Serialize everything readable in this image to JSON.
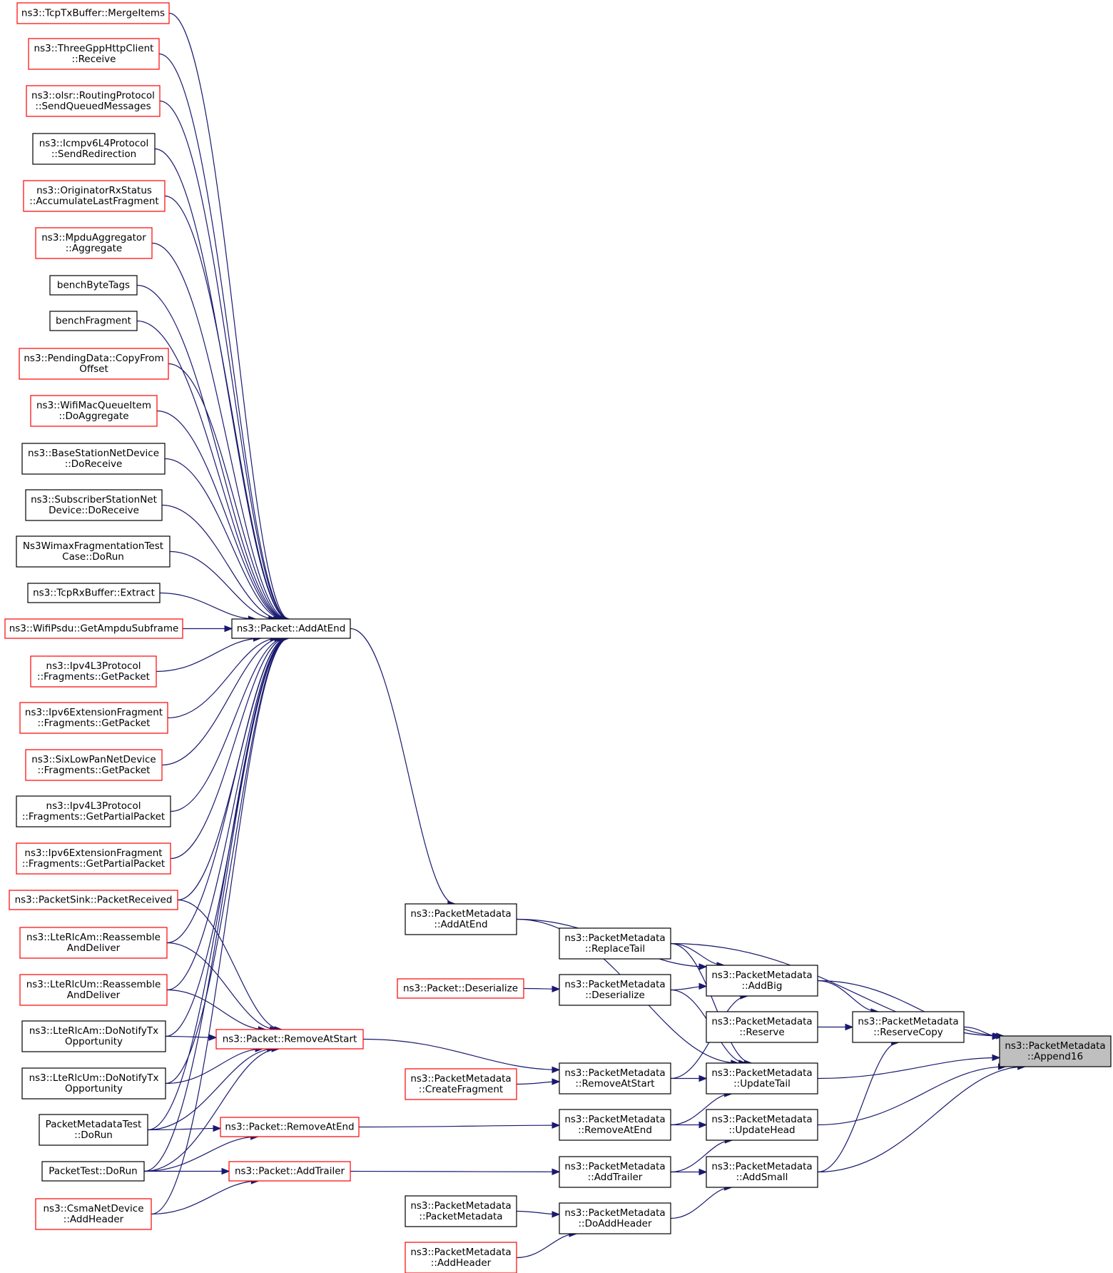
{
  "colors": {
    "edge": "#191970",
    "undocumented_border": "#ff0000",
    "documented_border": "#000000",
    "selected_fill": "#bfbfbf",
    "node_fill": "#ffffff"
  },
  "nodes": [
    {
      "id": "tcptx",
      "lines": [
        "ns3::TcpTxBuffer::MergeItems"
      ],
      "style": "red"
    },
    {
      "id": "threegpp",
      "lines": [
        "ns3::ThreeGppHttpClient",
        "::Receive"
      ],
      "style": "red"
    },
    {
      "id": "olsr",
      "lines": [
        "ns3::olsr::RoutingProtocol",
        "::SendQueuedMessages"
      ],
      "style": "red"
    },
    {
      "id": "icmpv6",
      "lines": [
        "ns3::Icmpv6L4Protocol",
        "::SendRedirection"
      ],
      "style": "black"
    },
    {
      "id": "origrx",
      "lines": [
        "ns3::OriginatorRxStatus",
        "::AccumulateLastFragment"
      ],
      "style": "red"
    },
    {
      "id": "mpdu",
      "lines": [
        "ns3::MpduAggregator",
        "::Aggregate"
      ],
      "style": "red"
    },
    {
      "id": "benchtags",
      "lines": [
        "benchByteTags"
      ],
      "style": "black"
    },
    {
      "id": "benchfrag",
      "lines": [
        "benchFragment"
      ],
      "style": "black"
    },
    {
      "id": "pending",
      "lines": [
        "ns3::PendingData::CopyFrom",
        "Offset"
      ],
      "style": "red"
    },
    {
      "id": "wifimacq",
      "lines": [
        "ns3::WifiMacQueueItem",
        "::DoAggregate"
      ],
      "style": "red"
    },
    {
      "id": "bsnet",
      "lines": [
        "ns3::BaseStationNetDevice",
        "::DoReceive"
      ],
      "style": "black"
    },
    {
      "id": "ssnet",
      "lines": [
        "ns3::SubscriberStationNet",
        "Device::DoReceive"
      ],
      "style": "black"
    },
    {
      "id": "wimaxtest",
      "lines": [
        "Ns3WimaxFragmentationTest",
        "Case::DoRun"
      ],
      "style": "black"
    },
    {
      "id": "tcprx",
      "lines": [
        "ns3::TcpRxBuffer::Extract"
      ],
      "style": "black"
    },
    {
      "id": "wifipsdu",
      "lines": [
        "ns3::WifiPsdu::GetAmpduSubframe"
      ],
      "style": "red"
    },
    {
      "id": "ipv4frag",
      "lines": [
        "ns3::Ipv4L3Protocol",
        "::Fragments::GetPacket"
      ],
      "style": "red"
    },
    {
      "id": "ipv6frag",
      "lines": [
        "ns3::Ipv6ExtensionFragment",
        "::Fragments::GetPacket"
      ],
      "style": "red"
    },
    {
      "id": "sixlow",
      "lines": [
        "ns3::SixLowPanNetDevice",
        "::Fragments::GetPacket"
      ],
      "style": "red"
    },
    {
      "id": "ipv4partial",
      "lines": [
        "ns3::Ipv4L3Protocol",
        "::Fragments::GetPartialPacket"
      ],
      "style": "black"
    },
    {
      "id": "ipv6partial",
      "lines": [
        "ns3::Ipv6ExtensionFragment",
        "::Fragments::GetPartialPacket"
      ],
      "style": "red"
    },
    {
      "id": "pktsink",
      "lines": [
        "ns3::PacketSink::PacketReceived"
      ],
      "style": "red"
    },
    {
      "id": "lterlcam",
      "lines": [
        "ns3::LteRlcAm::Reassemble",
        "AndDeliver"
      ],
      "style": "red"
    },
    {
      "id": "lterlcum",
      "lines": [
        "ns3::LteRlcUm::Reassemble",
        "AndDeliver"
      ],
      "style": "red"
    },
    {
      "id": "lteamnotify",
      "lines": [
        "ns3::LteRlcAm::DoNotifyTx",
        "Opportunity"
      ],
      "style": "black"
    },
    {
      "id": "lteumnotify",
      "lines": [
        "ns3::LteRlcUm::DoNotifyTx",
        "Opportunity"
      ],
      "style": "black"
    },
    {
      "id": "pmtest",
      "lines": [
        "PacketMetadataTest",
        "::DoRun"
      ],
      "style": "black"
    },
    {
      "id": "pkttest",
      "lines": [
        "PacketTest::DoRun"
      ],
      "style": "black"
    },
    {
      "id": "csma",
      "lines": [
        "ns3::CsmaNetDevice",
        "::AddHeader"
      ],
      "style": "red"
    },
    {
      "id": "addatend",
      "lines": [
        "ns3::Packet::AddAtEnd"
      ],
      "style": "black"
    },
    {
      "id": "removeatstart",
      "lines": [
        "ns3::Packet::RemoveAtStart"
      ],
      "style": "red"
    },
    {
      "id": "removeatend",
      "lines": [
        "ns3::Packet::RemoveAtEnd"
      ],
      "style": "red"
    },
    {
      "id": "addtrailer",
      "lines": [
        "ns3::Packet::AddTrailer"
      ],
      "style": "red"
    },
    {
      "id": "pktdeser",
      "lines": [
        "ns3::Packet::Deserialize"
      ],
      "style": "red"
    },
    {
      "id": "pmcreatefrag",
      "lines": [
        "ns3::PacketMetadata",
        "::CreateFragment"
      ],
      "style": "red"
    },
    {
      "id": "pmctor",
      "lines": [
        "ns3::PacketMetadata",
        "::PacketMetadata"
      ],
      "style": "black"
    },
    {
      "id": "pmaddheader",
      "lines": [
        "ns3::PacketMetadata",
        "::AddHeader"
      ],
      "style": "red"
    },
    {
      "id": "pmaddatend",
      "lines": [
        "ns3::PacketMetadata",
        "::AddAtEnd"
      ],
      "style": "black"
    },
    {
      "id": "pmreplacetail",
      "lines": [
        "ns3::PacketMetadata",
        "::ReplaceTail"
      ],
      "style": "black"
    },
    {
      "id": "pmdeser",
      "lines": [
        "ns3::PacketMetadata",
        "::Deserialize"
      ],
      "style": "black"
    },
    {
      "id": "pmremovestart",
      "lines": [
        "ns3::PacketMetadata",
        "::RemoveAtStart"
      ],
      "style": "black"
    },
    {
      "id": "pmremoveend",
      "lines": [
        "ns3::PacketMetadata",
        "::RemoveAtEnd"
      ],
      "style": "black"
    },
    {
      "id": "pmaddtrailer",
      "lines": [
        "ns3::PacketMetadata",
        "::AddTrailer"
      ],
      "style": "black"
    },
    {
      "id": "pmdoaddheader",
      "lines": [
        "ns3::PacketMetadata",
        "::DoAddHeader"
      ],
      "style": "black"
    },
    {
      "id": "pmaddbig",
      "lines": [
        "ns3::PacketMetadata",
        "::AddBig"
      ],
      "style": "black"
    },
    {
      "id": "pmreserve",
      "lines": [
        "ns3::PacketMetadata",
        "::Reserve"
      ],
      "style": "black"
    },
    {
      "id": "pmupdatetail",
      "lines": [
        "ns3::PacketMetadata",
        "::UpdateTail"
      ],
      "style": "black"
    },
    {
      "id": "pmupdatehead",
      "lines": [
        "ns3::PacketMetadata",
        "::UpdateHead"
      ],
      "style": "black"
    },
    {
      "id": "pmaddsmall",
      "lines": [
        "ns3::PacketMetadata",
        "::AddSmall"
      ],
      "style": "black"
    },
    {
      "id": "pmreservecopy",
      "lines": [
        "ns3::PacketMetadata",
        "::ReserveCopy"
      ],
      "style": "black"
    },
    {
      "id": "pmappend16",
      "lines": [
        "ns3::PacketMetadata",
        "::Append16"
      ],
      "style": "selected"
    }
  ],
  "edges": [
    [
      "tcptx",
      "addatend"
    ],
    [
      "threegpp",
      "addatend"
    ],
    [
      "olsr",
      "addatend"
    ],
    [
      "icmpv6",
      "addatend"
    ],
    [
      "origrx",
      "addatend"
    ],
    [
      "mpdu",
      "addatend"
    ],
    [
      "benchtags",
      "addatend"
    ],
    [
      "benchfrag",
      "addatend"
    ],
    [
      "pending",
      "addatend"
    ],
    [
      "wifimacq",
      "addatend"
    ],
    [
      "bsnet",
      "addatend"
    ],
    [
      "ssnet",
      "addatend"
    ],
    [
      "wimaxtest",
      "addatend"
    ],
    [
      "tcprx",
      "addatend"
    ],
    [
      "wifipsdu",
      "addatend"
    ],
    [
      "ipv4frag",
      "addatend"
    ],
    [
      "ipv6frag",
      "addatend"
    ],
    [
      "sixlow",
      "addatend"
    ],
    [
      "ipv4partial",
      "addatend"
    ],
    [
      "ipv6partial",
      "addatend"
    ],
    [
      "pktsink",
      "addatend"
    ],
    [
      "lterlcam",
      "addatend"
    ],
    [
      "lterlcum",
      "addatend"
    ],
    [
      "lteamnotify",
      "addatend"
    ],
    [
      "lteumnotify",
      "addatend"
    ],
    [
      "pmtest",
      "addatend"
    ],
    [
      "pkttest",
      "addatend"
    ],
    [
      "csma",
      "addatend"
    ],
    [
      "pktsink",
      "removeatstart"
    ],
    [
      "lterlcam",
      "removeatstart"
    ],
    [
      "lterlcum",
      "removeatstart"
    ],
    [
      "lteamnotify",
      "removeatstart"
    ],
    [
      "lteumnotify",
      "removeatstart"
    ],
    [
      "pmtest",
      "removeatstart"
    ],
    [
      "pkttest",
      "removeatstart"
    ],
    [
      "pmtest",
      "removeatend"
    ],
    [
      "pkttest",
      "removeatend"
    ],
    [
      "pkttest",
      "addtrailer"
    ],
    [
      "csma",
      "addtrailer"
    ],
    [
      "addatend",
      "pmaddatend"
    ],
    [
      "removeatstart",
      "pmremovestart"
    ],
    [
      "removeatend",
      "pmremoveend"
    ],
    [
      "addtrailer",
      "pmaddtrailer"
    ],
    [
      "pktdeser",
      "pmdeser"
    ],
    [
      "pmcreatefrag",
      "pmremovestart"
    ],
    [
      "pmctor",
      "pmdoaddheader"
    ],
    [
      "pmaddheader",
      "pmdoaddheader"
    ],
    [
      "pmaddatend",
      "pmaddbig"
    ],
    [
      "pmreplacetail",
      "pmaddbig"
    ],
    [
      "pmdeser",
      "pmaddbig"
    ],
    [
      "pmremovestart",
      "pmaddbig"
    ],
    [
      "pmaddatend",
      "pmupdatetail"
    ],
    [
      "pmreplacetail",
      "pmupdatetail"
    ],
    [
      "pmdeser",
      "pmupdatetail"
    ],
    [
      "pmremovestart",
      "pmupdatetail"
    ],
    [
      "pmremoveend",
      "pmupdatetail"
    ],
    [
      "pmremoveend",
      "pmupdatehead"
    ],
    [
      "pmaddtrailer",
      "pmupdatehead"
    ],
    [
      "pmaddtrailer",
      "pmaddsmall"
    ],
    [
      "pmdoaddheader",
      "pmaddsmall"
    ],
    [
      "pmreplacetail",
      "pmappend16"
    ],
    [
      "pmaddbig",
      "pmappend16"
    ],
    [
      "pmupdatetail",
      "pmappend16"
    ],
    [
      "pmupdatehead",
      "pmappend16"
    ],
    [
      "pmaddsmall",
      "pmappend16"
    ],
    [
      "pmaddbig",
      "pmreservecopy"
    ],
    [
      "pmreserve",
      "pmreservecopy"
    ],
    [
      "pmaddsmall",
      "pmreservecopy"
    ],
    [
      "pmreservecopy",
      "pmappend16"
    ]
  ]
}
